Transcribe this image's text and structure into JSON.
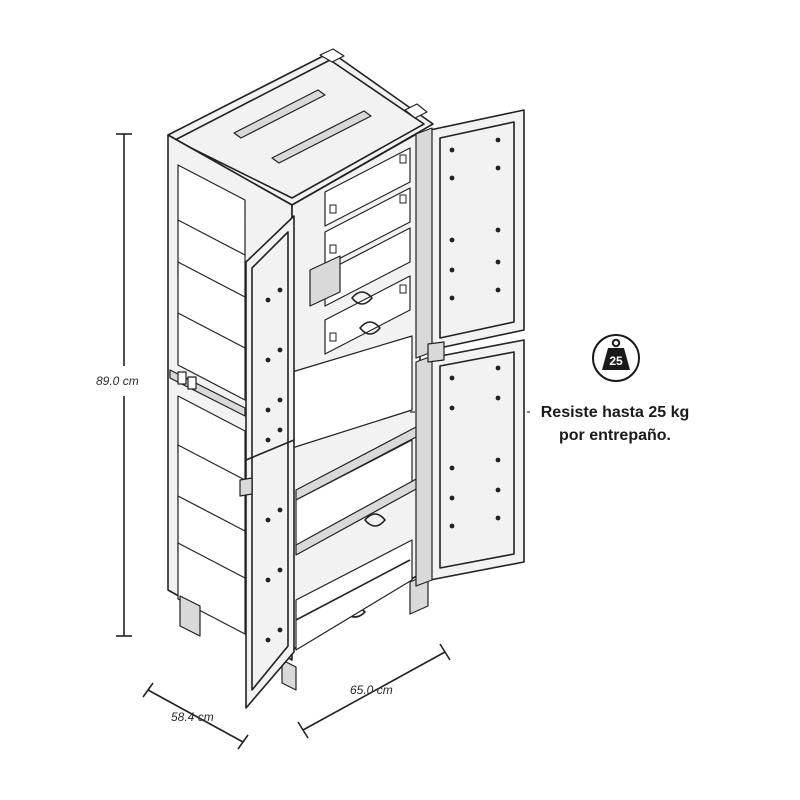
{
  "dimensions": {
    "height": "89.0 cm",
    "width": "65.0 cm",
    "depth": "58.4 cm"
  },
  "load_info": {
    "badge_value": "25",
    "line1": "Resiste hasta 25 kg",
    "line2": "por entrepaño."
  },
  "icons": {
    "weight": "weight-icon"
  },
  "colors": {
    "line": "#222222",
    "panel_fill": "#f2f2f2",
    "shade_fill": "#d6d6d6"
  }
}
